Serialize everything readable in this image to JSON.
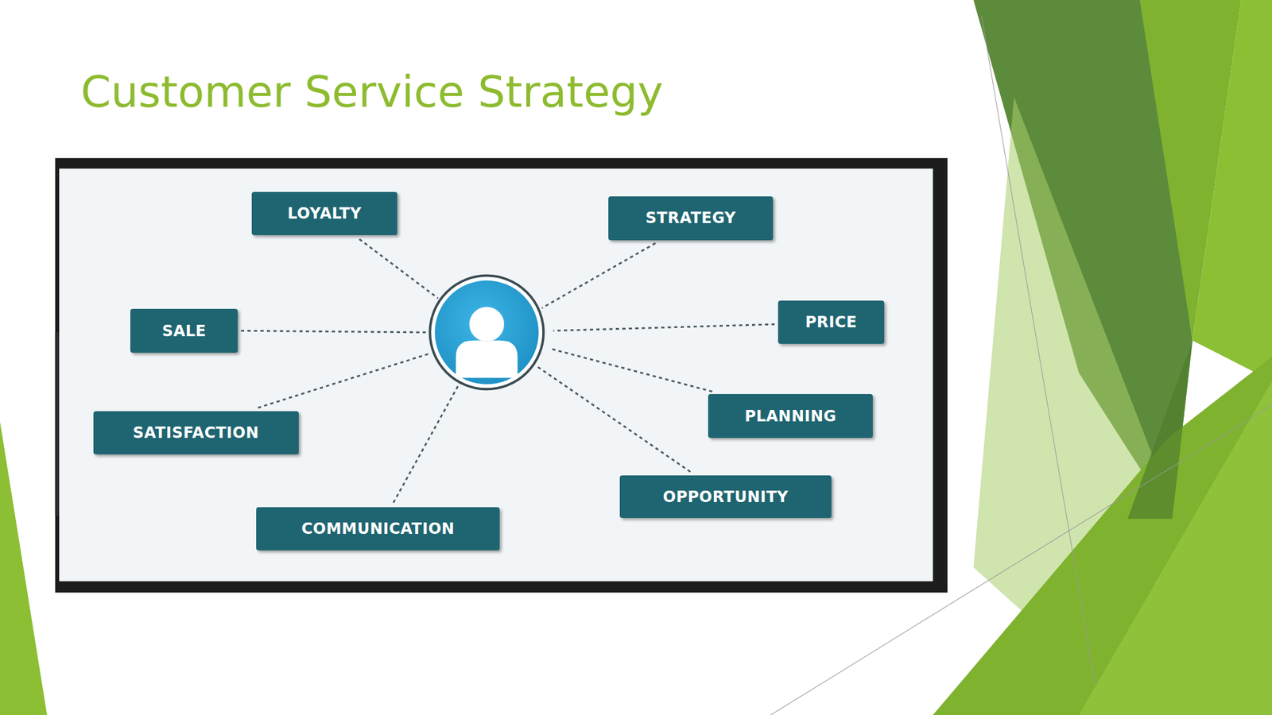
{
  "diagram": {
    "title": "Customer Service Strategy",
    "nodes": [
      {
        "text": [
          "LOYALTY"
        ]
      },
      {
        "text": [
          "STRATEGY"
        ]
      },
      {
        "text": [
          "SALE"
        ]
      },
      {
        "text": [
          "PRICE"
        ]
      },
      {
        "text": [
          "SATISFACTION"
        ]
      },
      {
        "text": [
          "PLANNING"
        ]
      },
      {
        "text": [
          "OPPORTUNITY"
        ]
      },
      {
        "text": [
          "COMMUNICATION"
        ]
      }
    ]
  }
}
